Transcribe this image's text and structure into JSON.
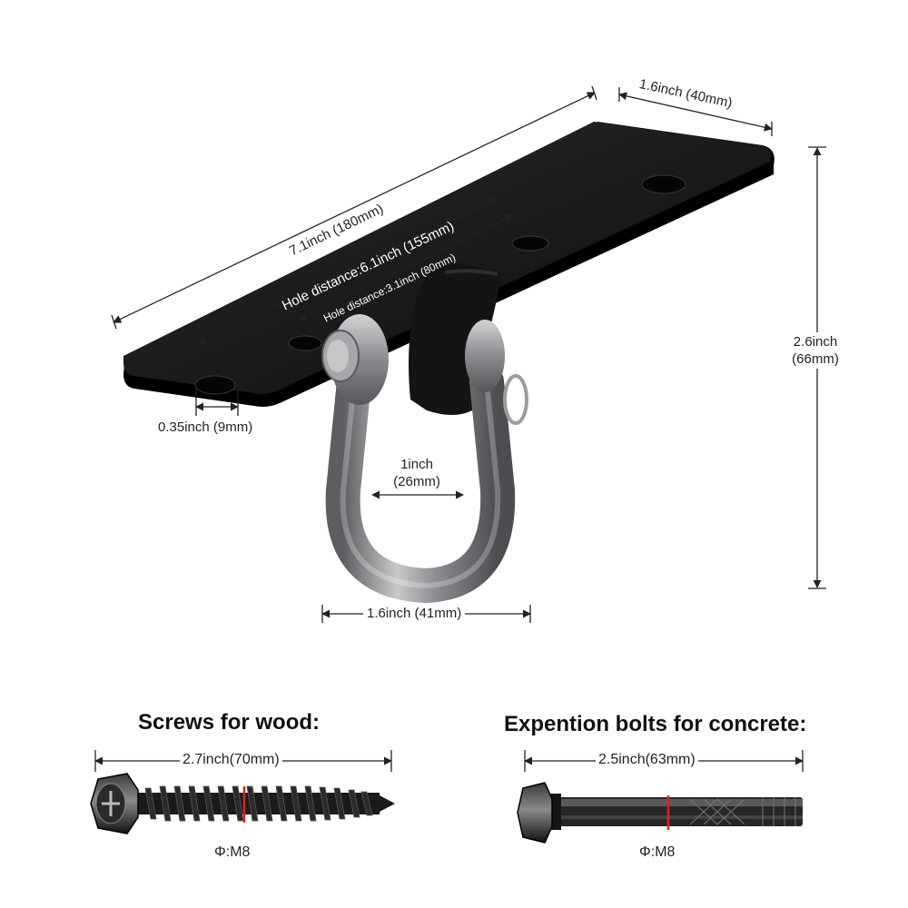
{
  "dimensions": {
    "length": "7.1inch (180mm)",
    "width": "1.6inch (40mm)",
    "height_line1": "2.6inch",
    "height_line2": "(66mm)",
    "hole_distance_outer": "Hole distance:6.1inch (155mm)",
    "hole_distance_inner": "Hole distance:3.1inch (80mm)",
    "hole_diameter": "0.35inch (9mm)",
    "shackle_inner_line1": "1inch",
    "shackle_inner_line2": "(26mm)",
    "shackle_width": "1.6inch (41mm)"
  },
  "screws": {
    "heading": "Screws for wood:",
    "length": "2.7inch(70mm)",
    "diameter": "Φ:M8"
  },
  "bolts": {
    "heading": "Expention bolts for concrete:",
    "length": "2.5inch(63mm)",
    "diameter": "Φ:M8"
  },
  "colors": {
    "plate": "#111111",
    "steel": "#8a8a8e",
    "dimension_line": "#222222",
    "marker_red": "#e0201c"
  }
}
